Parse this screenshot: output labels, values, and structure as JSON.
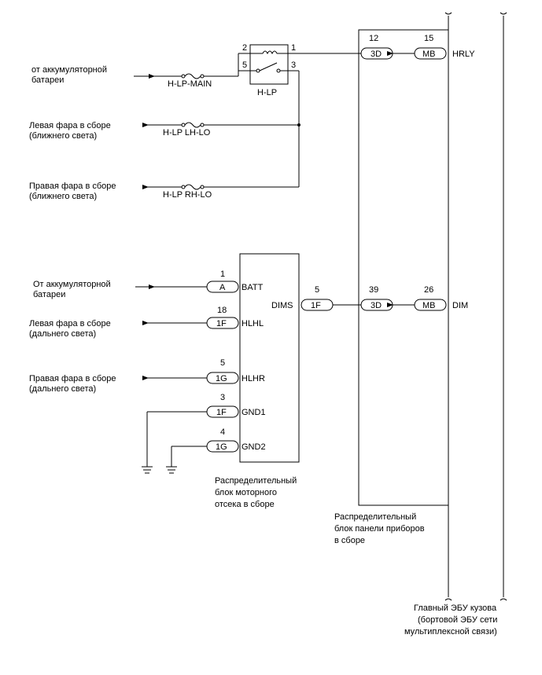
{
  "left_labels": {
    "battery_top_line1": "от аккумуляторной",
    "battery_top_line2": "батареи",
    "left_lo_line1": "Левая фара в сборе",
    "left_lo_line2": "(ближнего света)",
    "right_lo_line1": "Правая фара в сборе",
    "right_lo_line2": "(ближнего света)",
    "battery_bottom_line1": "От аккумуляторной",
    "battery_bottom_line2": "батареи",
    "left_hi_line1": "Левая фара в сборе",
    "left_hi_line2": "(дальнего света)",
    "right_hi_line1": "Правая фара в сборе",
    "right_hi_line2": "(дальнего света)"
  },
  "fuses": {
    "main": "H-LP-MAIN",
    "lh_lo": "H-LP LH-LO",
    "rh_lo": "H-LP RH-LO"
  },
  "relay": {
    "name": "H-LP",
    "pin_top_left": "2",
    "pin_top_right": "1",
    "pin_mid_left": "5",
    "pin_mid_right": "3"
  },
  "engine_block": {
    "pins": [
      {
        "num": "1",
        "conn": "A",
        "sig": "BATT"
      },
      {
        "num": "18",
        "conn": "1F",
        "sig": "HLHL"
      },
      {
        "num": "5",
        "conn": "1G",
        "sig": "HLHR"
      },
      {
        "num": "3",
        "conn": "1F",
        "sig": "GND1"
      },
      {
        "num": "4",
        "conn": "1G",
        "sig": "GND2"
      }
    ],
    "dims": {
      "sig": "DIMS",
      "num": "5",
      "conn": "1F"
    },
    "caption_line1": "Распределительный",
    "caption_line2": "блок моторного",
    "caption_line3": "отсека в сборе"
  },
  "instrument_block": {
    "top": {
      "num_left": "12",
      "conn_left": "3D",
      "num_right": "15",
      "conn_right": "MB",
      "sig": "HRLY"
    },
    "bottom": {
      "num_left": "39",
      "conn_left": "3D",
      "num_right": "26",
      "conn_right": "MB",
      "sig": "DIM"
    },
    "caption_line1": "Распределительный",
    "caption_line2": "блок панели приборов",
    "caption_line3": "в сборе"
  },
  "ecu": {
    "caption_line1": "Главный ЭБУ кузова",
    "caption_line2": "(бортовой ЭБУ сети",
    "caption_line3": "мультиплексной связи)"
  }
}
